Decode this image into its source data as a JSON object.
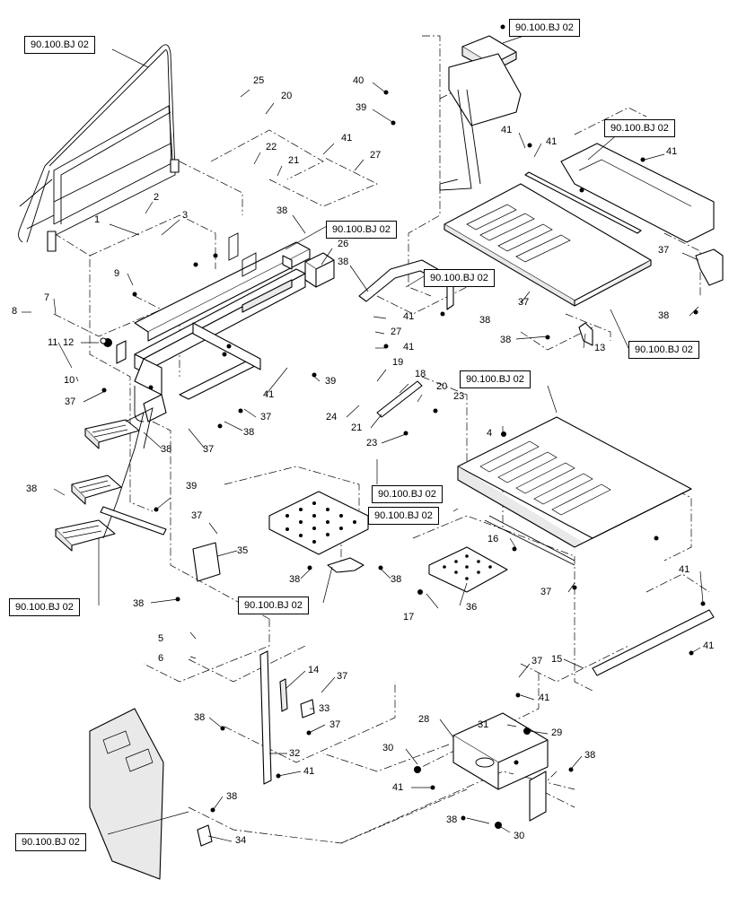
{
  "reference_label": "90.100.BJ 02",
  "callouts": {
    "c1": "1",
    "c2": "2",
    "c3": "3",
    "c4": "4",
    "c5": "5",
    "c6": "6",
    "c7": "7",
    "c8": "8",
    "c9": "9",
    "c10": "10",
    "c11": "11",
    "c12": "12",
    "c13": "13",
    "c14": "14",
    "c15": "15",
    "c16": "16",
    "c17": "17",
    "c18": "18",
    "c19": "19",
    "c20": "20",
    "c21": "21",
    "c22": "22",
    "c23": "23",
    "c24": "24",
    "c25": "25",
    "c26": "26",
    "c27": "27",
    "c28": "28",
    "c29": "29",
    "c30": "30",
    "c31": "31",
    "c32": "32",
    "c33": "33",
    "c34": "34",
    "c35": "35",
    "c36": "36",
    "c37": "37",
    "c38": "38",
    "c39": "39",
    "c40": "40",
    "c41": "41"
  }
}
